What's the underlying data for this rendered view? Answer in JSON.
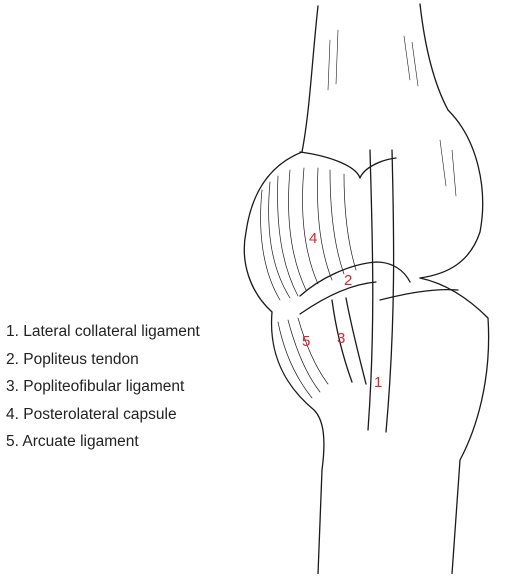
{
  "legend": [
    "1. Lateral collateral ligament",
    "2. Popliteus tendon",
    "3. Popliteofibular ligament",
    "4. Posterolateral capsule",
    "5. Arcuate ligament"
  ],
  "callouts": {
    "c1": "1",
    "c2": "2",
    "c3": "3",
    "c4": "4",
    "c5": "5"
  },
  "colors": {
    "callout": "#d8262c",
    "ink": "#1a1a1a",
    "text": "#222222"
  }
}
